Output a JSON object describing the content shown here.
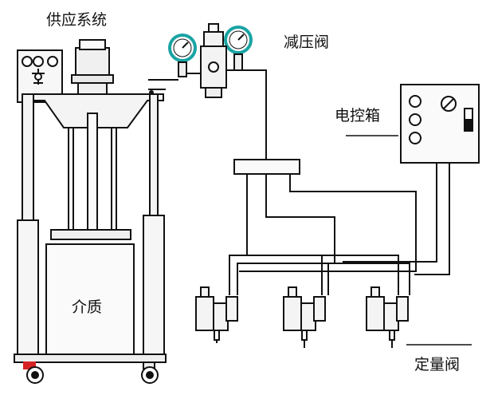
{
  "labels": {
    "supply_system": "供应系统",
    "pressure_reducing_valve": "减压阀",
    "control_box": "电控箱",
    "medium": "介质",
    "metering_valve": "定量阀"
  },
  "colors": {
    "line": "#111111",
    "frame_fill": "#f2f2f2",
    "container_fill": "#fafafa",
    "gauge_face": "#ffffff",
    "gauge_ring": "#1aa3a3",
    "wheel_accent": "#d62222",
    "background": "#ffffff"
  }
}
